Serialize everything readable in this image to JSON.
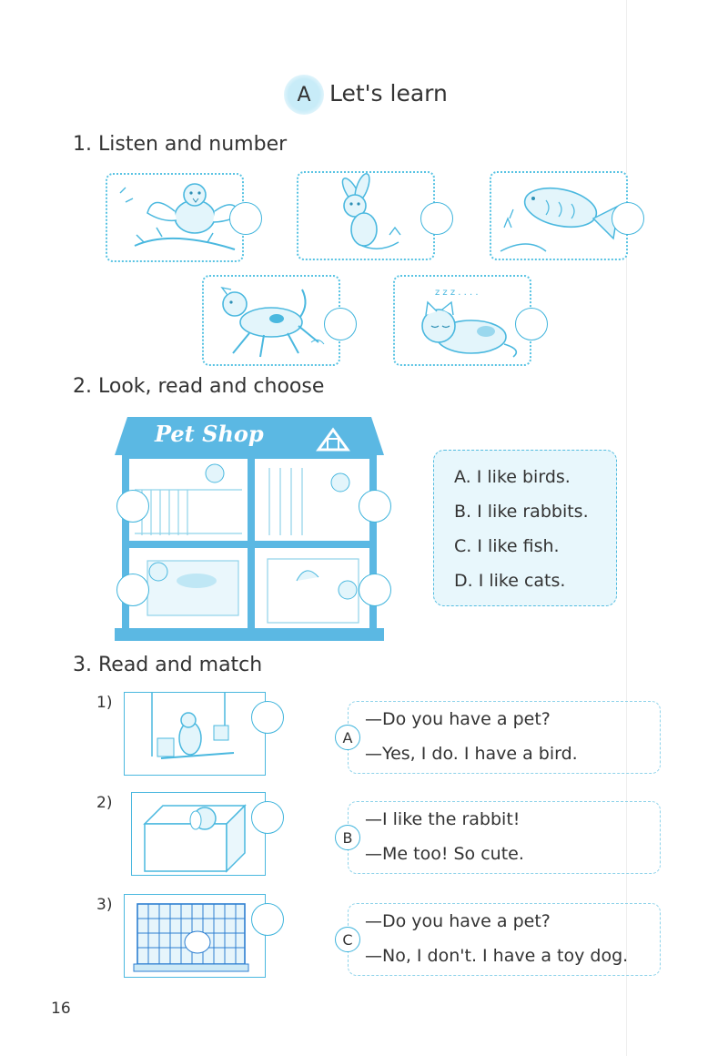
{
  "header": {
    "badge": "A",
    "title": "Let's learn"
  },
  "section1": {
    "heading": "1. Listen and number",
    "cards": [
      {
        "icon": "bird-icon"
      },
      {
        "icon": "rabbit-icon"
      },
      {
        "icon": "fish-icon"
      },
      {
        "icon": "dog-icon"
      },
      {
        "icon": "cat-icon"
      }
    ],
    "cat_sleep_text": "z z z . . . ."
  },
  "section2": {
    "heading": "2. Look, read and choose",
    "shop_sign": "Pet Shop",
    "choices": [
      "A. I like birds.",
      "B. I like rabbits.",
      "C. I like fish.",
      "D. I like cats."
    ]
  },
  "section3": {
    "heading": "3. Read and match",
    "items": [
      {
        "number": "1)",
        "icon": "birdcage-icon"
      },
      {
        "number": "2)",
        "icon": "dog-in-box-icon"
      },
      {
        "number": "3)",
        "icon": "rabbit-cage-icon"
      }
    ],
    "dialogues": [
      {
        "letter": "A",
        "line1": "—Do you have a pet?",
        "line2": "—Yes, I do. I have a bird."
      },
      {
        "letter": "B",
        "line1": "—I like the rabbit!",
        "line2": "—Me too! So cute."
      },
      {
        "letter": "C",
        "line1": "—Do you have a pet?",
        "line2": "—No, I don't. I have a toy dog."
      }
    ]
  },
  "footer": {
    "page_number": "16"
  },
  "colors": {
    "accent": "#3fb4dc",
    "light_blue": "#e8f7fc",
    "shop_blue": "#5bb8e3"
  }
}
